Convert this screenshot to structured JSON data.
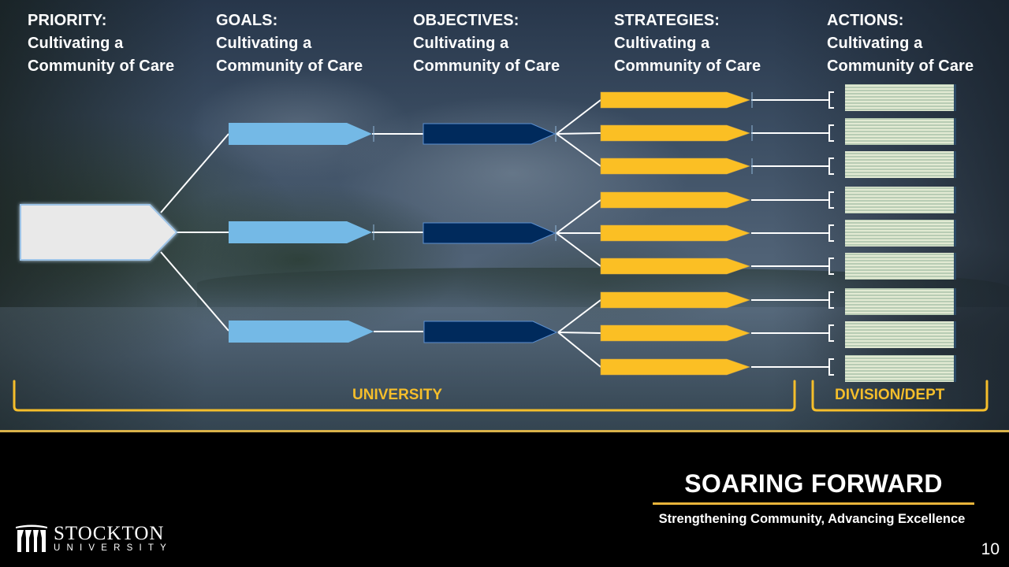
{
  "slide": {
    "page_number": "10",
    "colors": {
      "priority_fill": "#e8e8e8",
      "priority_stroke": "#9dc3e6",
      "goal_fill": "#74b9e6",
      "objective_fill": "#002a5c",
      "objective_stroke": "#5b8fcf",
      "strategy_fill": "#fbbf24",
      "action_stripe_a": "#dfe8cf",
      "action_stripe_b": "#b9ccb0",
      "connector": "#ffffff",
      "accent_gold": "#f5be2b"
    }
  },
  "headings": [
    {
      "title": "PRIORITY:",
      "line1": "Cultivating a",
      "line2": "Community of Care"
    },
    {
      "title": "GOALS:",
      "line1": "Cultivating a",
      "line2": "Community of Care"
    },
    {
      "title": "OBJECTIVES:",
      "line1": "Cultivating a",
      "line2": "Community of Care"
    },
    {
      "title": "STRATEGIES:",
      "line1": "Cultivating a",
      "line2": "Community of Care"
    },
    {
      "title": "ACTIONS:",
      "line1": "Cultivating a",
      "line2": "Community of Care"
    }
  ],
  "diagram": {
    "priority": {
      "count": 1
    },
    "goals": {
      "count": 3
    },
    "objectives": {
      "count": 3
    },
    "strategies": {
      "count": 9,
      "per_objective": 3
    },
    "actions": {
      "count": 9
    }
  },
  "brackets": {
    "university_label": "UNIVERSITY",
    "division_label": "DIVISION/DEPT"
  },
  "footer": {
    "title": "SOARING FORWARD",
    "subtitle": "Strengthening Community, Advancing Excellence",
    "logo_line1": "STOCKTON",
    "logo_line2": "UNIVERSITY"
  }
}
